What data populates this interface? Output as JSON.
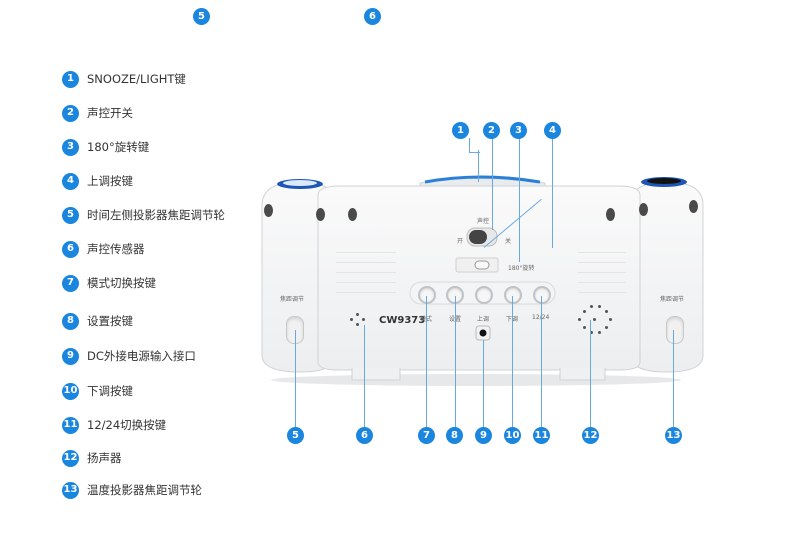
{
  "legend": [
    {
      "num": "1",
      "text": "SNOOZE/LIGHT键"
    },
    {
      "num": "2",
      "text": "声控开关"
    },
    {
      "num": "3",
      "text": "180°旋转键"
    },
    {
      "num": "4",
      "text": "上调按键"
    },
    {
      "num": "5",
      "text": "时间左侧投影器焦距调节轮"
    },
    {
      "num": "6",
      "text": "声控传感器"
    },
    {
      "num": "7",
      "text": "模式切换按键"
    },
    {
      "num": "8",
      "text": "设置按键"
    },
    {
      "num": "9",
      "text": "DC外接电源输入接口"
    },
    {
      "num": "10",
      "text": "下调按键"
    },
    {
      "num": "11",
      "text": "12/24切换按键"
    },
    {
      "num": "12",
      "text": "扬声器"
    },
    {
      "num": "13",
      "text": "温度投影器焦距调节轮"
    }
  ],
  "top_badges": [
    "5",
    "6"
  ],
  "device_top_badges": [
    "1",
    "2",
    "3",
    "4"
  ],
  "device_bottom_badges": [
    "5",
    "6",
    "7",
    "8",
    "9",
    "10",
    "11",
    "12",
    "13"
  ],
  "device": {
    "model": "CW9373",
    "switch_label_top": "声控",
    "switch_off": "开",
    "switch_on": "关",
    "rotate_label": "180°旋转",
    "buttons": [
      "模式",
      "设置",
      "上调",
      "下调",
      "12/24"
    ],
    "left_knob_label": "焦距调节",
    "right_knob_label": "焦距调节"
  },
  "colors": {
    "badge": "#1a86de",
    "accent_blue": "#2a7fd8"
  }
}
